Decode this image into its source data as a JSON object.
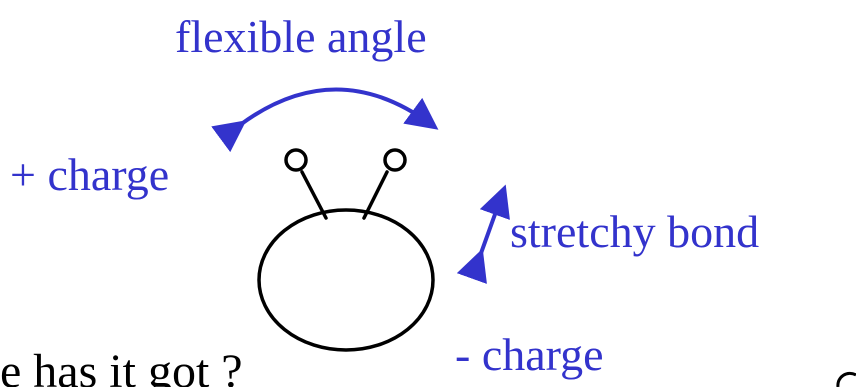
{
  "labels": {
    "flexible_angle": "flexible angle",
    "plus_charge": "+ charge",
    "stretchy_bond": "stretchy bond",
    "minus_charge": "- charge",
    "bottom_text": "e has it got ?"
  },
  "colors": {
    "annotation": "#3333cc",
    "molecule": "#000000"
  }
}
